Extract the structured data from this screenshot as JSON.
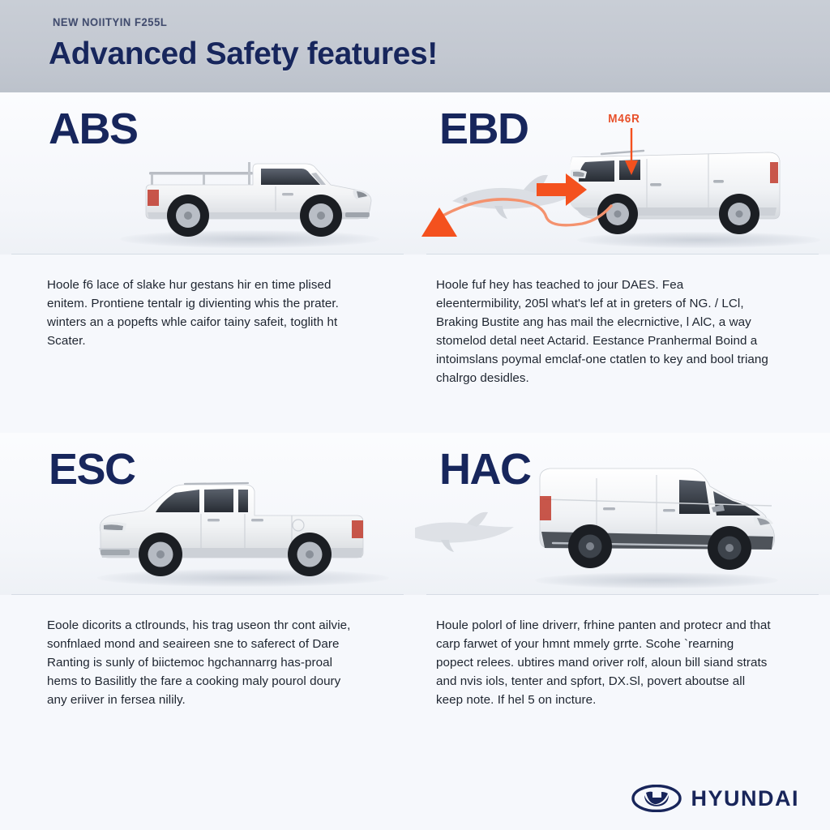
{
  "header": {
    "overline": "NEW NOIITYIN F255L",
    "title": "Advanced Safety features!"
  },
  "features": [
    {
      "code": "ABS",
      "vehicle": "white single-cab pickup truck, side view",
      "body": "Hoole f6 lace of slake hur gestans hir en time plised enitem. Prontiene tentalr ig divienting whis the prater. winters an a popefts whle caifor tainy safeit, toglith ht Scater."
    },
    {
      "code": "EBD",
      "vehicle": "white panel van, side view",
      "annotation_label": "M46R",
      "body": "Hoole fuf hey has teached to jour DAES. Fea eleentermibility, 205l what's lef at in greters of NG. / LCl, Braking Bustite ang has mail the elecrnictive, l AlC, a way stomelod detal neet Actarid. Eestance Pranhermal Boind a intoimslans poymal emclaf-one ctatlen to key and bool triang chalrgo desidles."
    },
    {
      "code": "ESC",
      "vehicle": "white double-cab pickup truck, side view",
      "body": "Eoole dicorits a ctlrounds, his trag useon thr cont ailvie, sonfnlaed mond and seaireen sne to saferect of Dare Ranting is sunly of biictemoc hgchannarrg has-proal hems to Basilitly the fare a cooking maly pourol doury any eriiver in fersea nilily."
    },
    {
      "code": "HAC",
      "vehicle": "white high-roof panel van, side view",
      "body": "Houle polorl of line driverr, frhine panten and protecr and that carp farwet of your hmnt mmely grrte. Scohe `rearning popect relees. ubtires mand oriver rolf, aloun bill siand strats and nvis iols, tenter and spfort, DX.Sl, povert aboutse all keep note. If hel 5 on incture."
    }
  ],
  "footer": {
    "brand": "HYUNDAI"
  },
  "colors": {
    "navy": "#17265c",
    "orange": "#f4511e",
    "header_band": "#c5cad2",
    "page_bg": "#f6f8fc",
    "body_text": "#1e2530"
  }
}
